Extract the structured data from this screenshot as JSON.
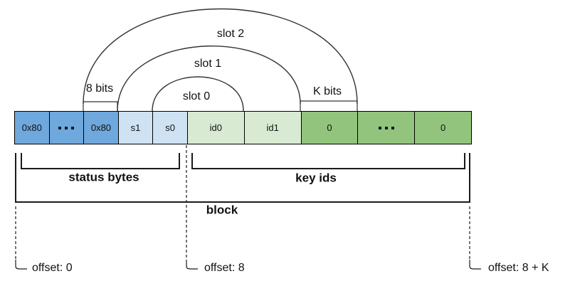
{
  "diagram": {
    "slots": [
      {
        "label": "slot 0"
      },
      {
        "label": "slot 1"
      },
      {
        "label": "slot 2"
      }
    ],
    "bit_brackets": [
      {
        "label": "8 bits"
      },
      {
        "label": "K bits"
      }
    ],
    "cells": [
      {
        "label": "0x80",
        "kind": "status"
      },
      {
        "label": "...",
        "kind": "status",
        "ellipsis": true
      },
      {
        "label": "0x80",
        "kind": "status"
      },
      {
        "label": "s1",
        "kind": "status_slot"
      },
      {
        "label": "s0",
        "kind": "status_slot"
      },
      {
        "label": "id0",
        "kind": "key_slot"
      },
      {
        "label": "id1",
        "kind": "key_slot"
      },
      {
        "label": "0",
        "kind": "key"
      },
      {
        "label": "...",
        "kind": "key",
        "ellipsis": true
      },
      {
        "label": "0",
        "kind": "key"
      }
    ],
    "sections": [
      {
        "label": "status bytes"
      },
      {
        "label": "key ids"
      },
      {
        "label": "block"
      }
    ],
    "offsets": [
      {
        "label": "offset: 0"
      },
      {
        "label": "offset: 8"
      },
      {
        "label": "offset: 8 + K"
      }
    ],
    "colors": {
      "status_byte": "#6fa8dc",
      "status_slot": "#cfe2f3",
      "key_id_slot": "#d9ead3",
      "key_id": "#93c47d",
      "line": "#1a1a1a"
    }
  }
}
